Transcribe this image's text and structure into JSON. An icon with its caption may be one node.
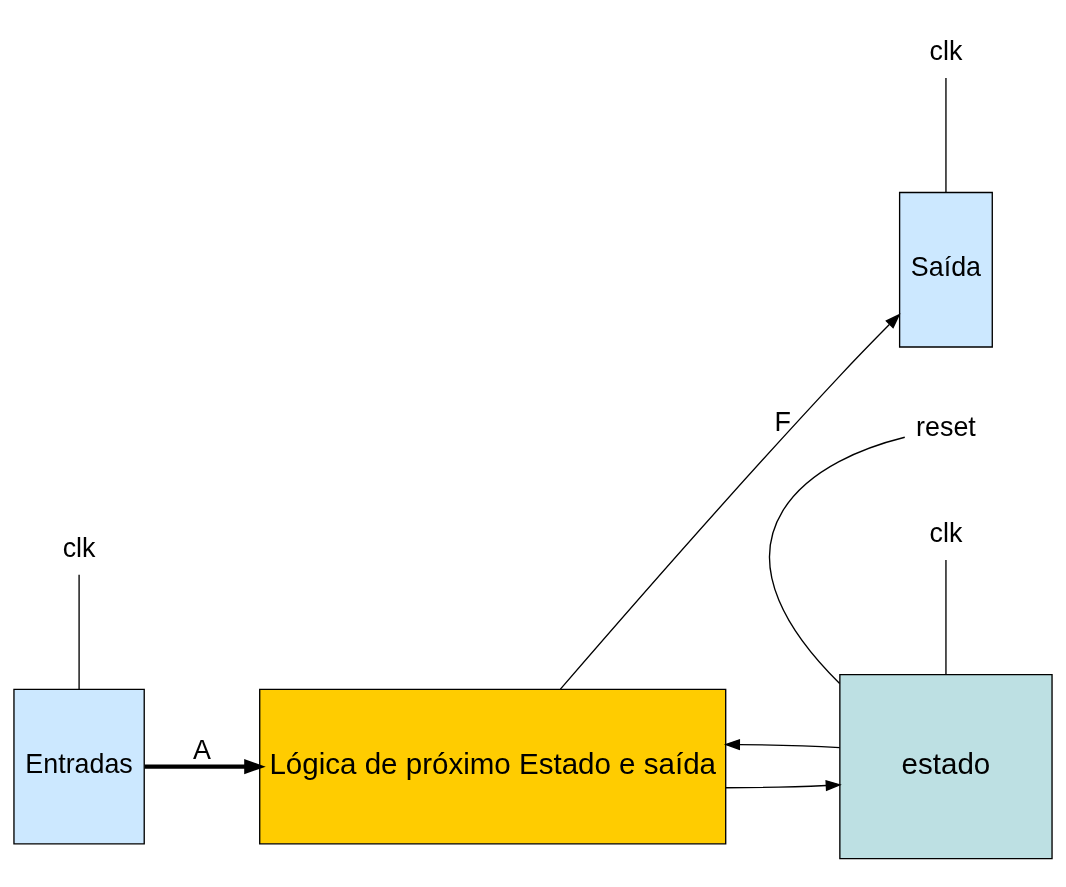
{
  "diagram": {
    "nodes": [
      {
        "text": [
          "Entradas"
        ]
      },
      {
        "text": [
          "Lógica de próximo Estado e saída"
        ]
      },
      {
        "text": [
          "Saída"
        ]
      },
      {
        "text": [
          "estado"
        ]
      },
      {
        "text": [
          "clk"
        ]
      },
      {
        "text": [
          "clk"
        ]
      },
      {
        "text": [
          "reset"
        ]
      },
      {
        "text": [
          "clk"
        ]
      }
    ],
    "edges": [
      {
        "from": 0,
        "to": 1,
        "arrow": "to",
        "label": "A",
        "style": "thick"
      },
      {
        "from": 1,
        "to": 2,
        "arrow": "to",
        "label": "F"
      },
      {
        "from": 3,
        "to": 1,
        "arrow": "to"
      },
      {
        "from": 1,
        "to": 3,
        "arrow": "to"
      },
      {
        "from": 4,
        "to": 0,
        "arrow": "none"
      },
      {
        "from": 5,
        "to": 2,
        "arrow": "none"
      },
      {
        "from": 6,
        "to": 3,
        "arrow": "none"
      },
      {
        "from": 7,
        "to": 3,
        "arrow": "none"
      }
    ]
  }
}
